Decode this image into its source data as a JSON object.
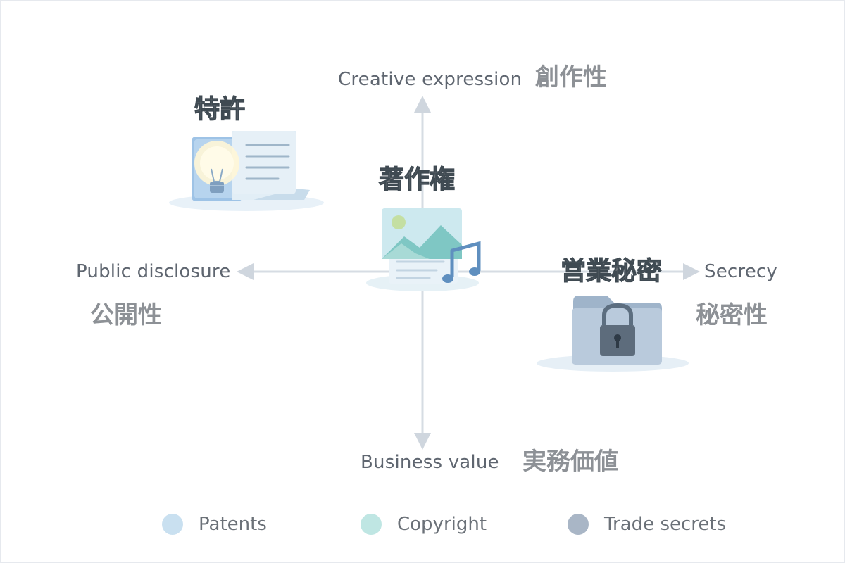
{
  "axes": {
    "top": {
      "en": "Creative expression",
      "jp": "創作性"
    },
    "bottom": {
      "en": "Business value",
      "jp": "実務価値"
    },
    "left": {
      "en": "Public disclosure",
      "jp": "公開性"
    },
    "right": {
      "en": "Secrecy",
      "jp": "秘密性"
    }
  },
  "categories": {
    "patents": {
      "label": "特許",
      "icon": "lightbulb-document-icon"
    },
    "copyright": {
      "label": "著作権",
      "icon": "image-music-icon"
    },
    "trade_secrets": {
      "label": "営業秘密",
      "icon": "locked-folder-icon"
    }
  },
  "legend": [
    {
      "label": "Patents",
      "color": "#c9e0f0"
    },
    {
      "label": "Copyright",
      "color": "#bfe6e3"
    },
    {
      "label": "Trade secrets",
      "color": "#a9b6c6"
    }
  ]
}
